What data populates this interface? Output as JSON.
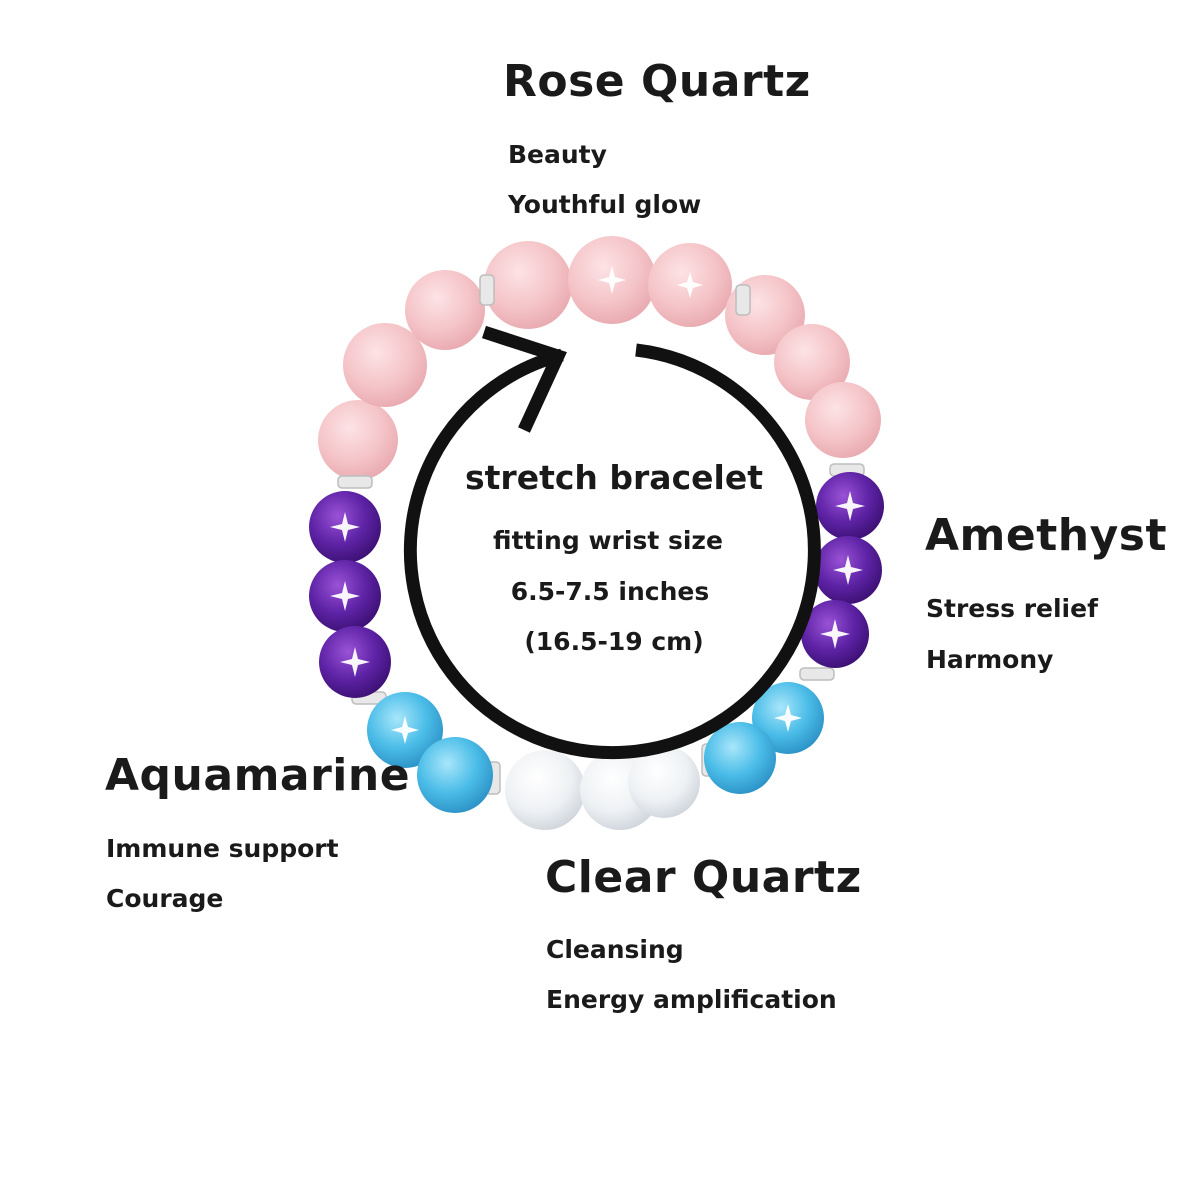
{
  "stones": {
    "rose_quartz": {
      "title": "Rose Quartz",
      "benefits": [
        "Beauty",
        "Youthful glow"
      ],
      "color": "#f4c6c9"
    },
    "amethyst": {
      "title": "Amethyst",
      "benefits": [
        "Stress relief",
        "Harmony"
      ],
      "color": "#5a1fa0"
    },
    "aquamarine": {
      "title": "Aquamarine",
      "benefits": [
        "Immune support",
        "Courage"
      ],
      "color": "#3fb8e6"
    },
    "clear_quartz": {
      "title": "Clear Quartz",
      "benefits": [
        "Cleansing",
        "Energy amplification"
      ],
      "color": "#eef0f3"
    }
  },
  "center": {
    "title": "stretch bracelet",
    "lines": [
      "fitting wrist size",
      "6.5-7.5 inches",
      "(16.5-19 cm)"
    ]
  },
  "accent_colors": {
    "arrow": "#111111",
    "spacer": "#d8d8d8"
  },
  "icons": [
    "circular-arrow-icon",
    "sparkle-icon"
  ]
}
